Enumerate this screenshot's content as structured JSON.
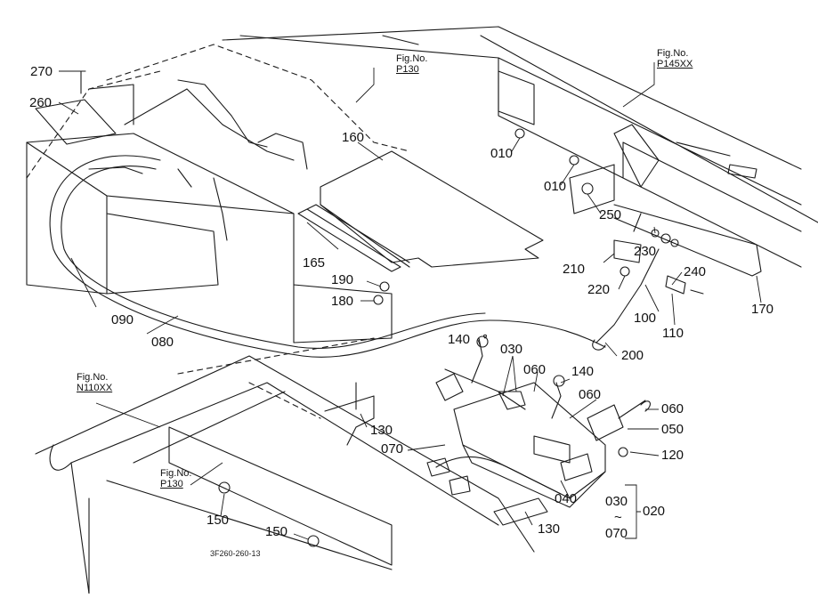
{
  "fig_refs": [
    {
      "id": "p130_top",
      "title": "Fig.No.",
      "code": "P130"
    },
    {
      "id": "p145",
      "title": "Fig.No.",
      "code": "P145XX"
    },
    {
      "id": "n110",
      "title": "Fig.No.",
      "code": "N110XX"
    },
    {
      "id": "p130_bottom",
      "title": "Fig.No.",
      "code": "P130"
    }
  ],
  "part_labels": [
    "270",
    "260",
    "160",
    "010",
    "010",
    "250",
    "230",
    "240",
    "210",
    "220",
    "165",
    "190",
    "180",
    "090",
    "080",
    "100",
    "110",
    "170",
    "140",
    "030",
    "060",
    "140",
    "200",
    "060",
    "060",
    "050",
    "070",
    "120",
    "130",
    "040",
    "030",
    "~",
    "070",
    "020",
    "130",
    "150",
    "150"
  ],
  "drawing_code": "3F260-260-13",
  "colors": {
    "line": "#1a1a1a",
    "background": "#ffffff"
  }
}
